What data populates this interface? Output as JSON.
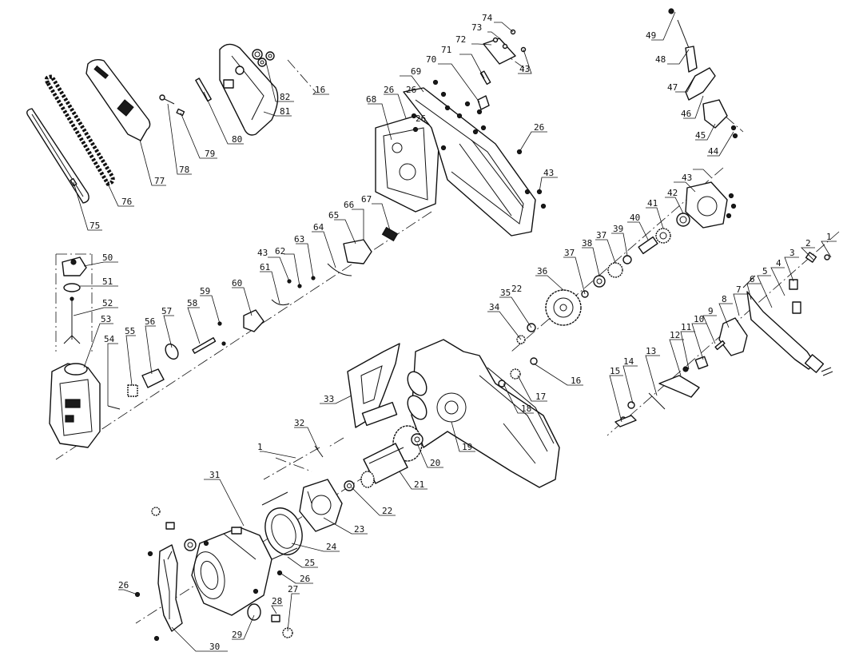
{
  "callouts": {
    "c1a": "1",
    "c2": "2",
    "c3": "3",
    "c4": "4",
    "c5": "5",
    "c6": "6",
    "c7": "7",
    "c8": "8",
    "c9": "9",
    "c10": "10",
    "c11": "11",
    "c12": "12",
    "c13": "13",
    "c14": "14",
    "c15": "15",
    "c16a": "16",
    "c17": "17",
    "c18": "18",
    "c19": "19",
    "c20": "20",
    "c21": "21",
    "c22a": "22",
    "c23": "23",
    "c24": "24",
    "c25": "25",
    "c26a": "26",
    "c27": "27",
    "c28": "28",
    "c29": "29",
    "c30": "30",
    "c31": "31",
    "c32": "32",
    "c33": "33",
    "c34": "34",
    "c35": "35",
    "c36": "36",
    "c37a": "37",
    "c38": "38",
    "c37b": "37",
    "c39": "39",
    "c40": "40",
    "c41": "41",
    "c42": "42",
    "c43a": "43",
    "c44": "44",
    "c45": "45",
    "c46": "46",
    "c47": "47",
    "c48": "48",
    "c49": "49",
    "c50": "50",
    "c51": "51",
    "c52": "52",
    "c53": "53",
    "c54": "54",
    "c55": "55",
    "c56": "56",
    "c57": "57",
    "c58": "58",
    "c59": "59",
    "c60": "60",
    "c61": "61",
    "c62": "62",
    "c43b": "43",
    "c63": "63",
    "c64": "64",
    "c65": "65",
    "c66": "66",
    "c67": "67",
    "c68": "68",
    "c26b": "26",
    "c69": "69",
    "c70": "70",
    "c71": "71",
    "c72": "72",
    "c73": "73",
    "c74": "74",
    "c43c": "43",
    "c26c": "26",
    "c43d": "43",
    "c75": "75",
    "c76": "76",
    "c77": "77",
    "c78": "78",
    "c79": "79",
    "c80": "80",
    "c81": "81",
    "c82": "82",
    "c16b": "16",
    "c22b": "22",
    "c1b": "1",
    "c26d": "26",
    "c26e": "26",
    "c26f": "26"
  }
}
